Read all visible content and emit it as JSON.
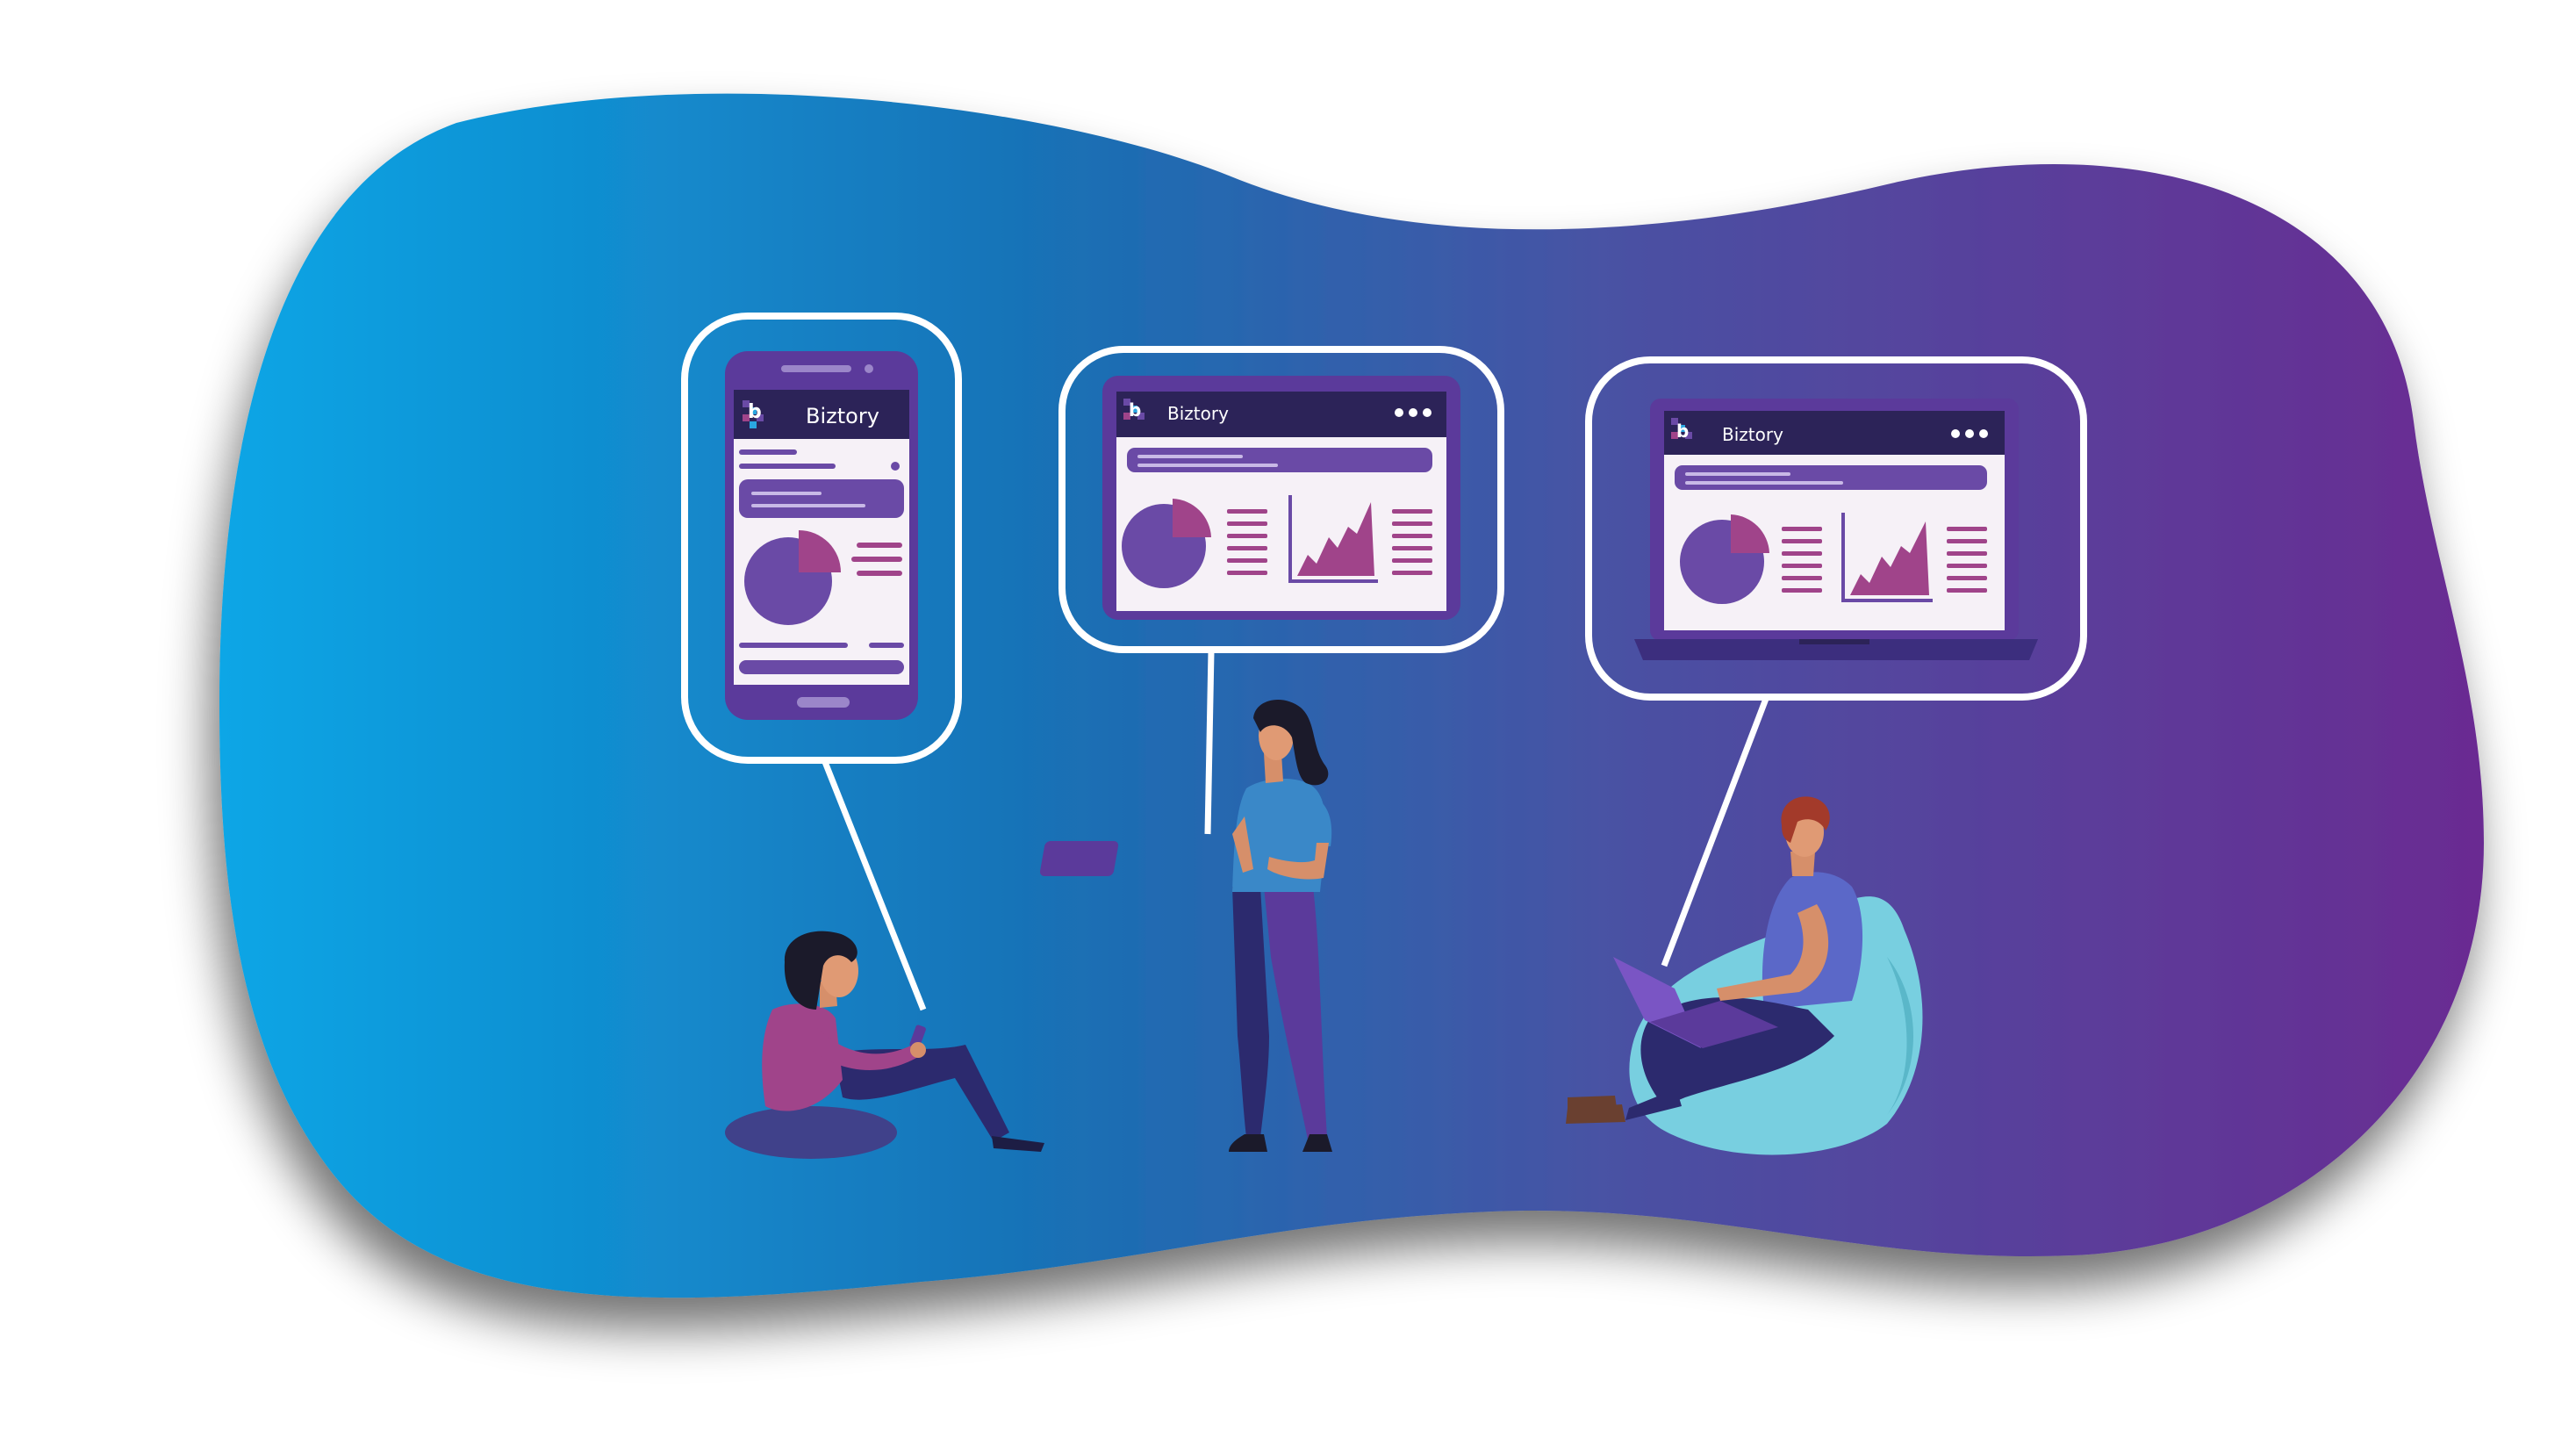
{
  "illustration": {
    "phone_app": {
      "brand_label": "Biztory"
    },
    "tablet_app": {
      "brand_label": "Biztory"
    },
    "laptop_app": {
      "brand_label": "Biztory"
    }
  },
  "colors": {
    "gradient_left": "#0aa6e6",
    "gradient_mid": "#1a6fb4",
    "gradient_right": "#6a2b92",
    "device_frame": "#5b3a9b",
    "header_bar": "#2c2358",
    "screen_bg": "#f6f1f7",
    "accent_magenta": "#a0448a",
    "accent_purple": "#6a4aa6",
    "bubble_stroke": "#ffffff"
  },
  "icons": [
    "logo-icon",
    "more-dots-icon",
    "pie-chart-icon",
    "area-chart-icon"
  ]
}
